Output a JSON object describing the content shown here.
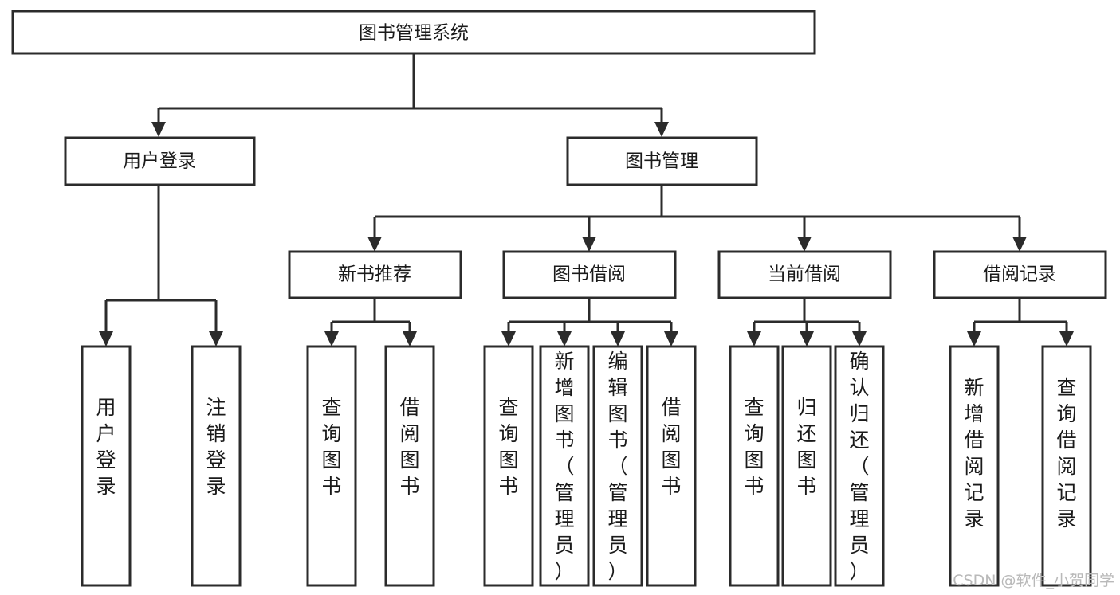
{
  "diagram": {
    "type": "tree-hierarchy",
    "title": "图书管理系统",
    "orientation": "top-down",
    "colors": {
      "box_stroke": "#2b2b2b",
      "box_fill": "#ffffff",
      "line": "#2b2b2b",
      "text": "#1a1a1a",
      "watermark": "#b9b9b9",
      "background": "#ffffff"
    },
    "root": {
      "id": "root",
      "label": "图书管理系统"
    },
    "level1": [
      {
        "id": "user-login",
        "label": "用户登录"
      },
      {
        "id": "book-manage",
        "label": "图书管理"
      }
    ],
    "level2": [
      {
        "id": "new-book-recommend",
        "label": "新书推荐",
        "parent": "book-manage"
      },
      {
        "id": "book-borrow",
        "label": "图书借阅",
        "parent": "book-manage"
      },
      {
        "id": "current-borrow",
        "label": "当前借阅",
        "parent": "book-manage"
      },
      {
        "id": "borrow-record",
        "label": "借阅记录",
        "parent": "book-manage"
      }
    ],
    "leaves": {
      "user-login": [
        {
          "id": "leaf-user-login",
          "label": "用户登录"
        },
        {
          "id": "leaf-user-logout",
          "label": "注销登录"
        }
      ],
      "new-book-recommend": [
        {
          "id": "leaf-query-book-1",
          "label": "查询图书"
        },
        {
          "id": "leaf-borrow-book-1",
          "label": "借阅图书"
        }
      ],
      "book-borrow": [
        {
          "id": "leaf-query-book-2",
          "label": "查询图书"
        },
        {
          "id": "leaf-add-book",
          "label": "新增图书（管理员）"
        },
        {
          "id": "leaf-edit-book",
          "label": "编辑图书（管理员）"
        },
        {
          "id": "leaf-borrow-book-2",
          "label": "借阅图书"
        }
      ],
      "current-borrow": [
        {
          "id": "leaf-query-book-3",
          "label": "查询图书"
        },
        {
          "id": "leaf-return-book",
          "label": "归还图书"
        },
        {
          "id": "leaf-confirm-return",
          "label": "确认归还（管理员）"
        }
      ],
      "borrow-record": [
        {
          "id": "leaf-add-record",
          "label": "新增借阅记录"
        },
        {
          "id": "leaf-query-record",
          "label": "查询借阅记录"
        }
      ]
    }
  },
  "watermark": {
    "text": "CSDN @软件_小贺同学"
  }
}
